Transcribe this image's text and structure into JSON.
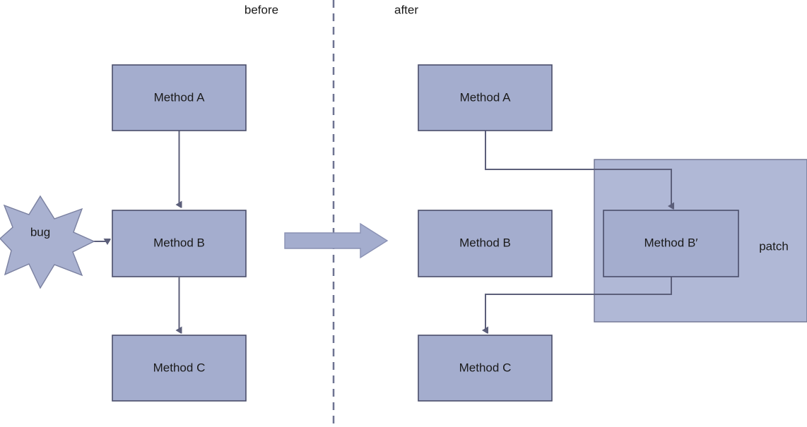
{
  "diagram": {
    "title_before": "before",
    "title_after": "after",
    "divider": "dashed-vertical-divider",
    "transition_arrow": "big-right-arrow",
    "colors": {
      "node_fill": "#A4ADCE",
      "node_stroke": "#4A4E6B",
      "patch_fill": "#B0B8D6",
      "patch_stroke": "#6E7391",
      "connector": "#5C5F7A",
      "bug_fill": "#A9B1D0",
      "bug_stroke": "#7A80A0",
      "divider_stroke": "#6E7391",
      "big_arrow_fill": "#A4ADCE",
      "big_arrow_stroke": "#8A91B4",
      "text": "#1a1a1a",
      "background": "#ffffff"
    }
  },
  "before": {
    "label": "before",
    "nodes": [
      {
        "id": "before-method-a",
        "label": "Method A"
      },
      {
        "id": "before-method-b",
        "label": "Method B"
      },
      {
        "id": "before-method-c",
        "label": "Method C"
      }
    ],
    "bug": {
      "label": "bug",
      "shape": "7-point-star"
    },
    "edges": [
      {
        "from": "Method A",
        "to": "Method B",
        "type": "straight-down"
      },
      {
        "from": "Method B",
        "to": "Method C",
        "type": "straight-down"
      },
      {
        "from": "bug",
        "to": "Method B",
        "type": "straight-right"
      }
    ]
  },
  "after": {
    "label": "after",
    "nodes": [
      {
        "id": "after-method-a",
        "label": "Method A"
      },
      {
        "id": "after-method-b",
        "label": "Method B"
      },
      {
        "id": "after-method-c",
        "label": "Method C"
      },
      {
        "id": "after-method-b-prime",
        "label": "Method B′"
      }
    ],
    "patch": {
      "label": "patch"
    },
    "edges": [
      {
        "from": "Method A",
        "to": "Method B′",
        "type": "elbow-right-down"
      },
      {
        "from": "Method B′",
        "to": "Method C",
        "type": "elbow-left-down"
      }
    ]
  }
}
